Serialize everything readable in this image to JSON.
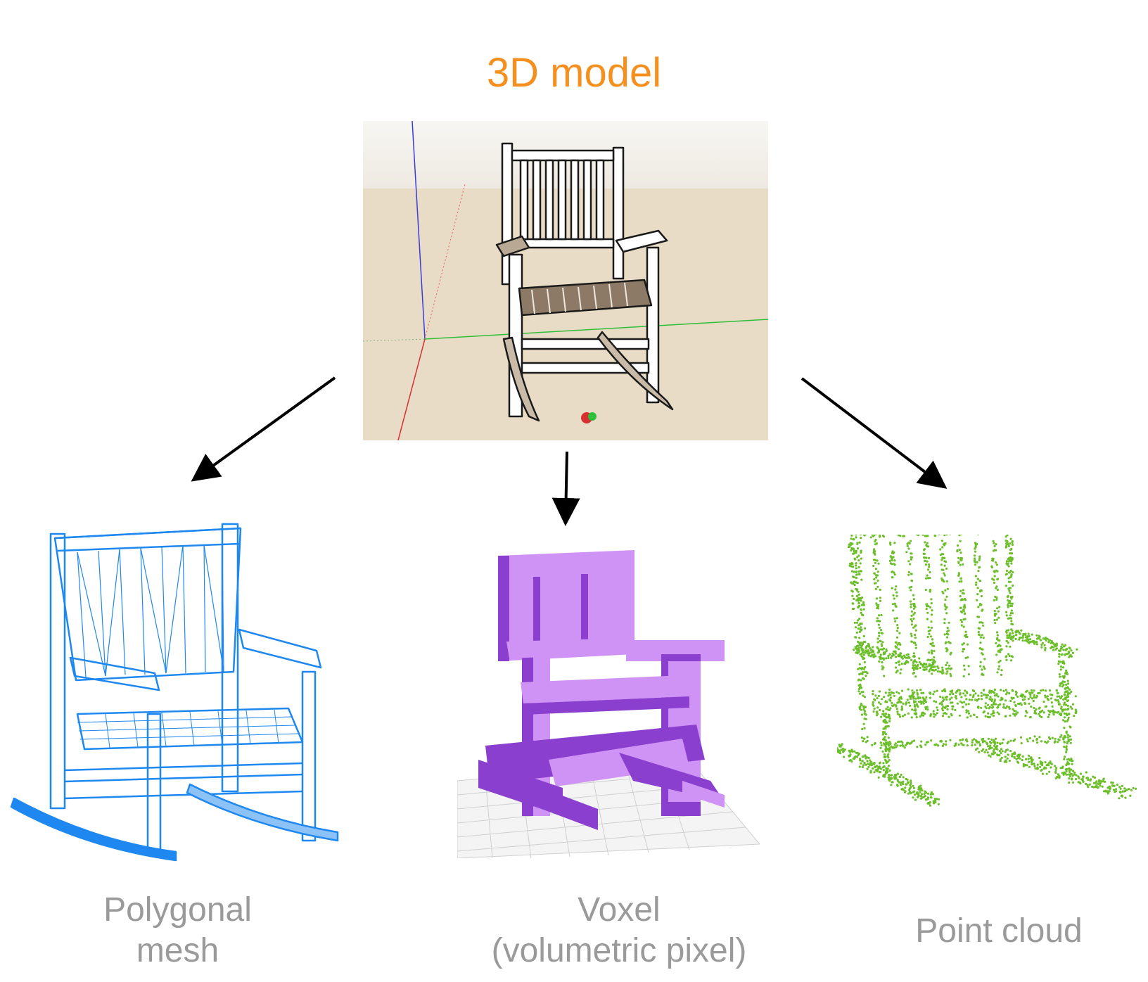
{
  "diagram": {
    "title": "3D model",
    "representations": {
      "mesh": {
        "line1": "Polygonal",
        "line2": "mesh",
        "color": "#1e88f0"
      },
      "voxel": {
        "line1": "Voxel",
        "line2": "(volumetric pixel)",
        "color": "#cf92f5",
        "shade": "#8a3fcf"
      },
      "cloud": {
        "line1": "Point cloud",
        "color": "#6cbf2a"
      }
    },
    "colors": {
      "title": "#f5901e",
      "label": "#9a9a9a",
      "arrow": "#000000",
      "scene_floor": "#e9dcc6"
    }
  }
}
